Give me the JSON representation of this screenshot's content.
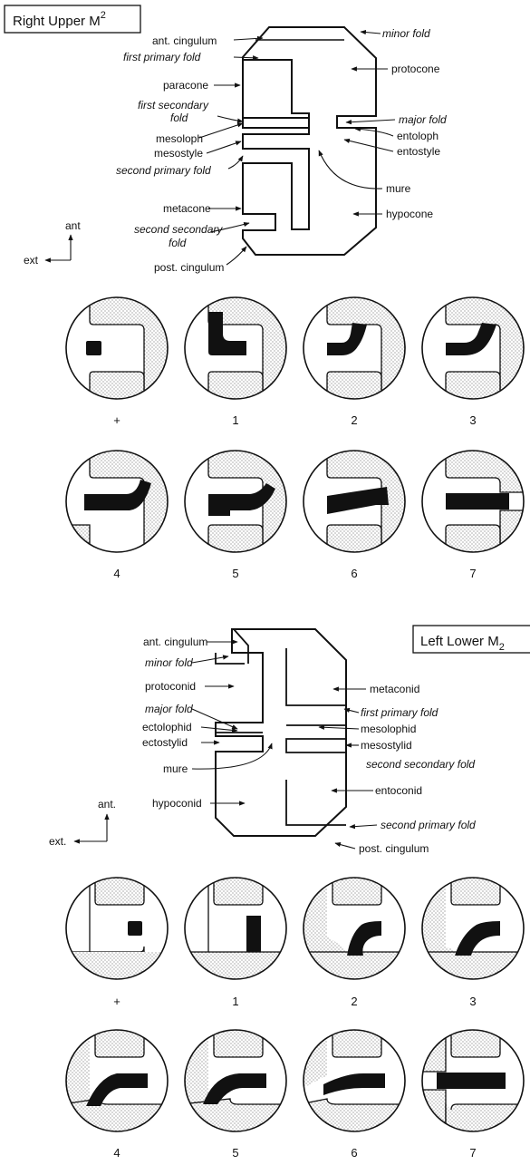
{
  "top": {
    "title": "Right Upper M",
    "title_sup": "2",
    "orientation": {
      "ant": "ant",
      "ext": "ext"
    },
    "labels": {
      "ant_cingulum": "ant. cingulum",
      "minor_fold": "minor fold",
      "first_primary_fold": "first primary fold",
      "protocone": "protocone",
      "paracone": "paracone",
      "first_secondary_fold_1": "first secondary",
      "first_secondary_fold_2": "fold",
      "major_fold": "major fold",
      "mesoloph": "mesoloph",
      "entoloph": "entoloph",
      "mesostyle": "mesostyle",
      "entostyle": "entostyle",
      "second_primary_fold": "second primary fold",
      "mure": "mure",
      "metacone": "metacone",
      "hypocone": "hypocone",
      "second_secondary_fold_1": "second secondary",
      "second_secondary_fold_2": "fold",
      "post_cingulum": "post. cingulum"
    },
    "stages": [
      "+",
      "1",
      "2",
      "3",
      "4",
      "5",
      "6",
      "7"
    ]
  },
  "bottom": {
    "title": "Left Lower M",
    "title_sub": "2",
    "orientation": {
      "ant": "ant.",
      "ext": "ext."
    },
    "labels": {
      "ant_cingulum": "ant. cingulum",
      "minor_fold": "minor fold",
      "metaconid": "metaconid",
      "protoconid": "protoconid",
      "first_primary_fold": "first primary fold",
      "major_fold": "major fold",
      "ectolophid": "ectolophid",
      "mesolophid": "mesolophid",
      "ectostylid": "ectostylid",
      "mesostylid": "mesostylid",
      "second_secondary_fold": "second secondary fold",
      "mure": "mure",
      "entoconid": "entoconid",
      "hypoconid": "hypoconid",
      "second_primary_fold": "second primary fold",
      "post_cingulum": "post. cingulum"
    },
    "stages": [
      "+",
      "1",
      "2",
      "3",
      "4",
      "5",
      "6",
      "7"
    ]
  }
}
